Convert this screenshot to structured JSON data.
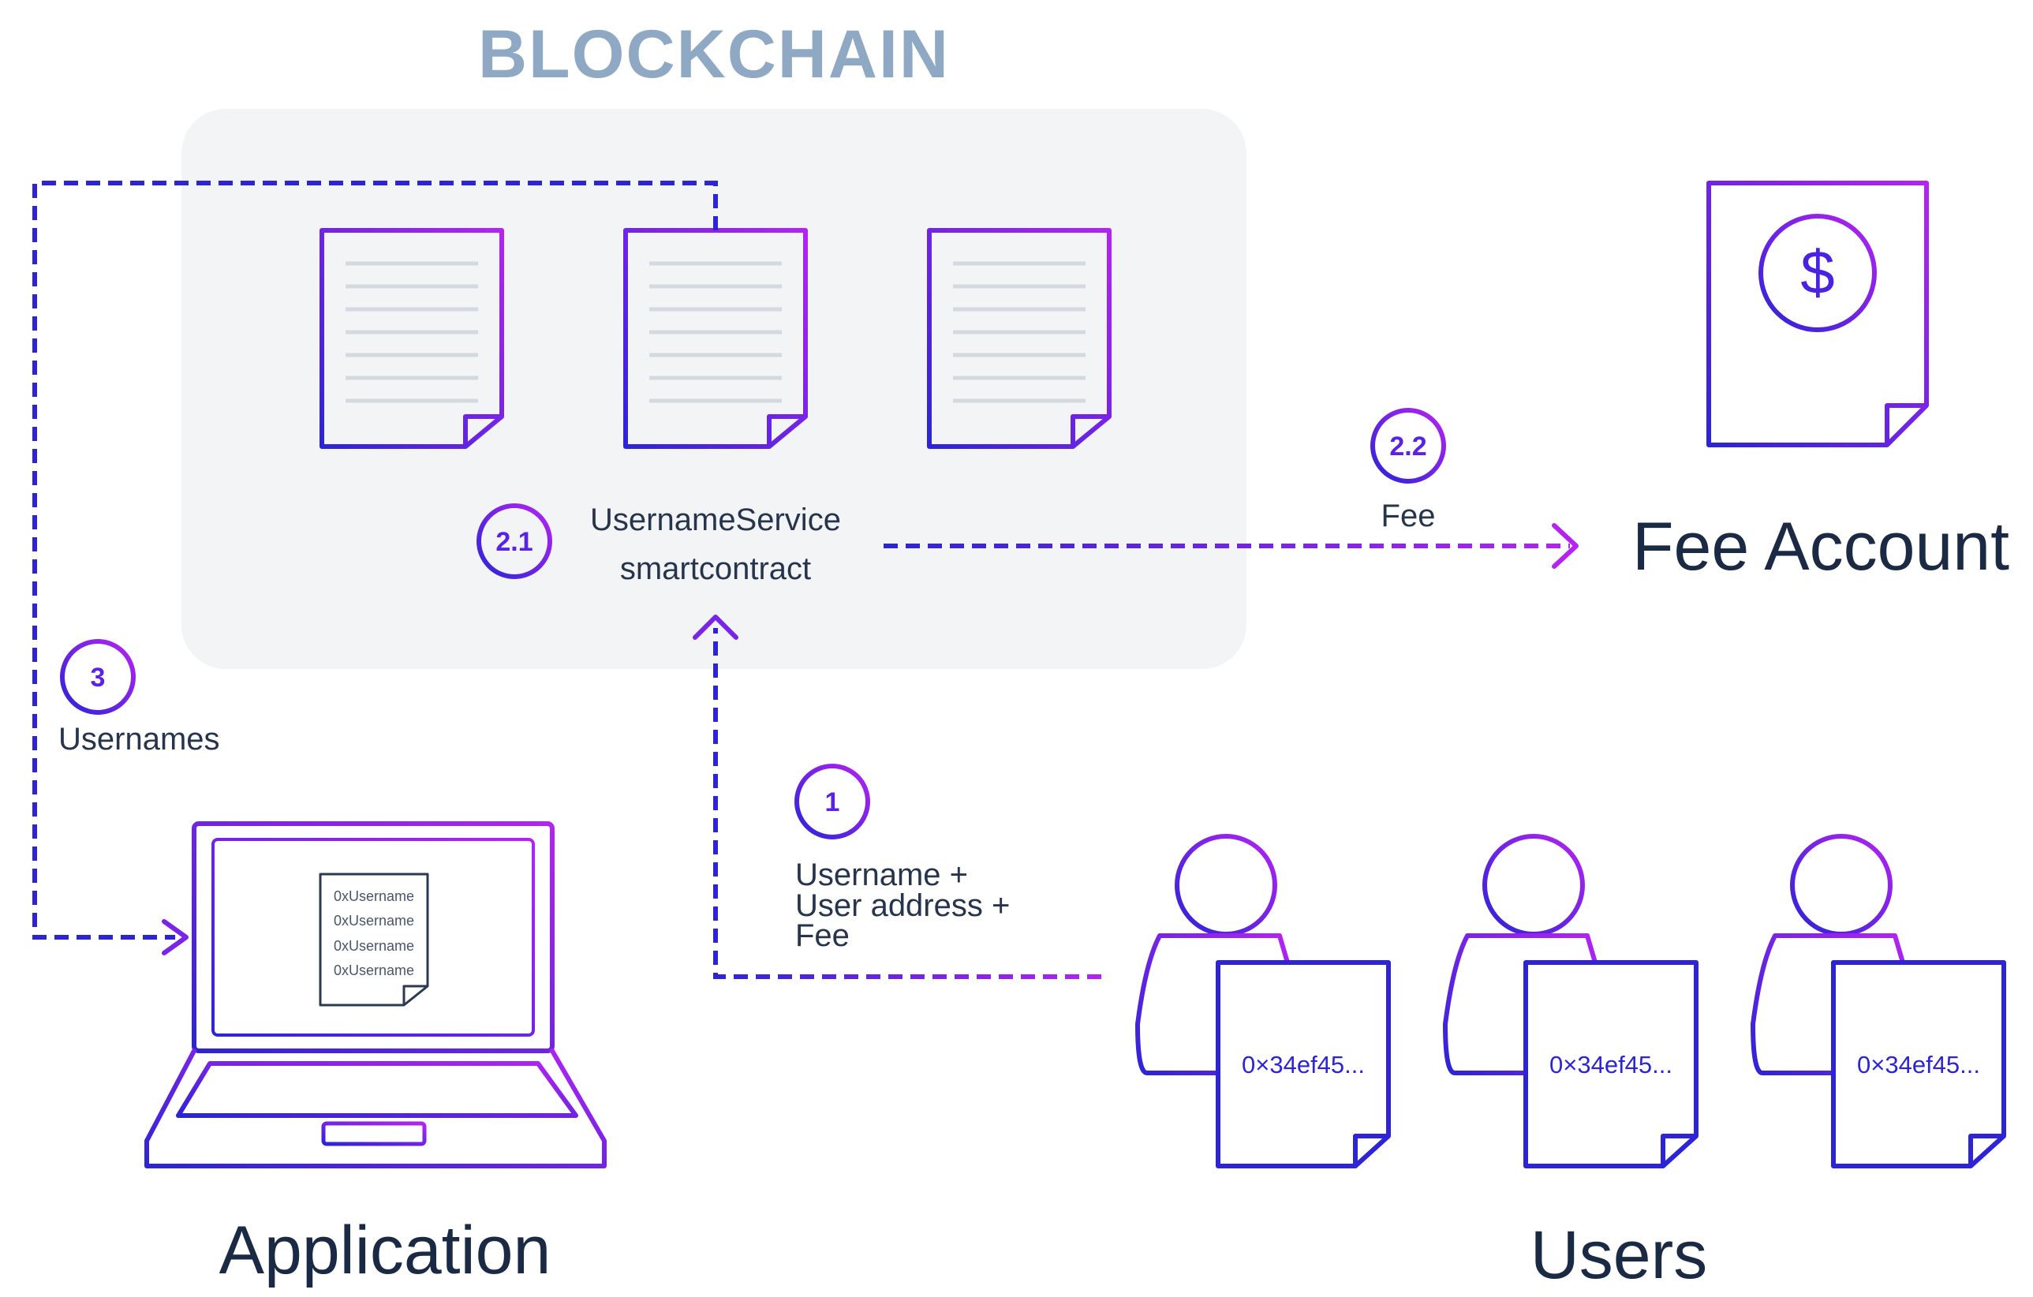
{
  "title": "BLOCKCHAIN",
  "contract": {
    "line1": "UsernameService",
    "line2": "smartcontract"
  },
  "fee_account": {
    "label": "Fee Account",
    "icon": "dollar-invoice-icon"
  },
  "application": {
    "label": "Application",
    "screen_rows": [
      "0xUsername",
      "0xUsername",
      "0xUsername",
      "0xUsername"
    ]
  },
  "users": {
    "label": "Users",
    "addresses": [
      "0×34ef45...",
      "0×34ef45...",
      "0×34ef45..."
    ]
  },
  "steps": {
    "s1": {
      "number": "1",
      "lines": [
        "Username +",
        "User address +",
        "Fee"
      ]
    },
    "s21": {
      "number": "2.1"
    },
    "s22": {
      "number": "2.2",
      "label": "Fee"
    },
    "s3": {
      "number": "3",
      "label": "Usernames"
    }
  },
  "colors": {
    "blue": "#2c24d6",
    "purple": "#b523f2",
    "panel": "#f2f4f6",
    "title": "#8fa9c4"
  }
}
